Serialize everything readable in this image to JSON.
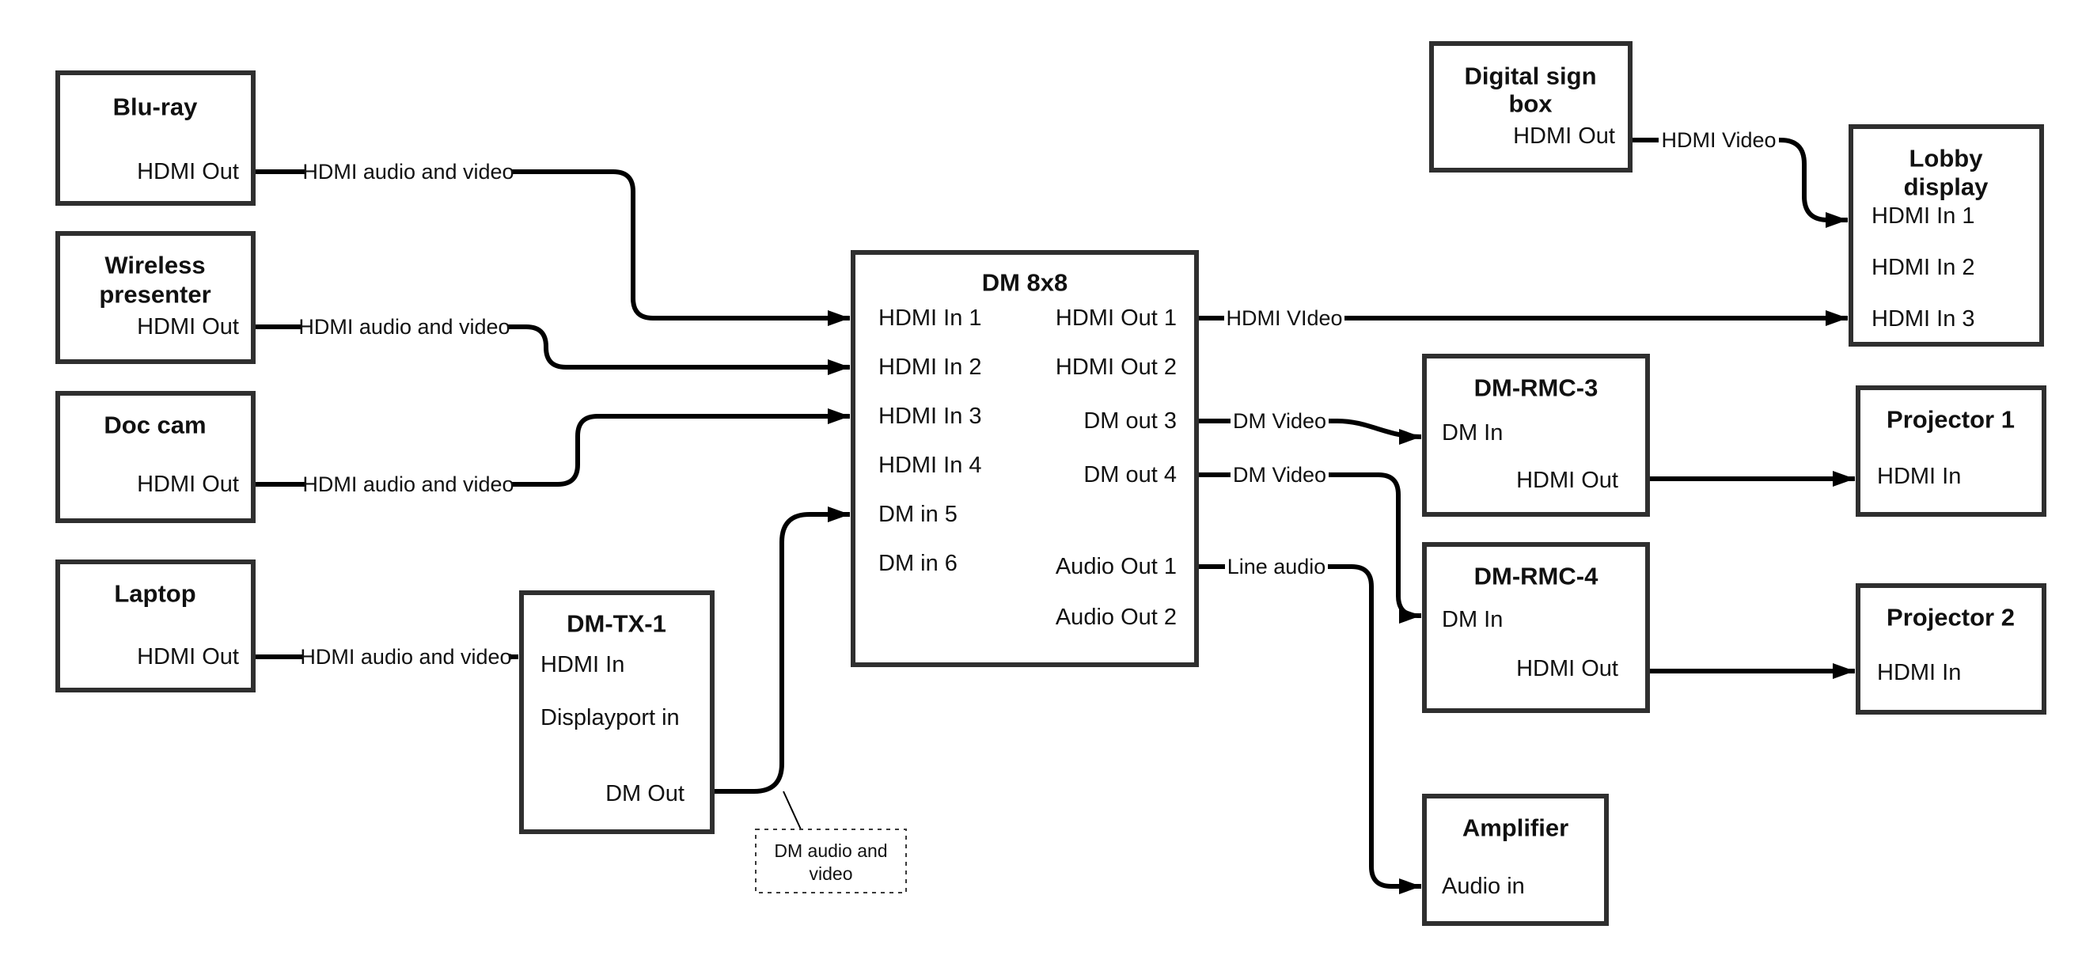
{
  "nodes": {
    "bluray": {
      "title": "Blu-ray",
      "ports": {
        "out": "HDMI Out"
      }
    },
    "wireless_presenter": {
      "title_lines": [
        "Wireless",
        "presenter"
      ],
      "ports": {
        "out": "HDMI Out"
      }
    },
    "doc_cam": {
      "title": "Doc cam",
      "ports": {
        "out": "HDMI Out"
      }
    },
    "laptop": {
      "title": "Laptop",
      "ports": {
        "out": "HDMI Out"
      }
    },
    "dm_tx_1": {
      "title": "DM-TX-1",
      "ports": {
        "hdmi_in": "HDMI In",
        "displayport_in": "Displayport in",
        "dm_out": "DM Out"
      }
    },
    "dm_8x8": {
      "title": "DM 8x8",
      "ports": {
        "hdmi_in_1": "HDMI In 1",
        "hdmi_in_2": "HDMI In 2",
        "hdmi_in_3": "HDMI In 3",
        "hdmi_in_4": "HDMI In 4",
        "dm_in_5": "DM in 5",
        "dm_in_6": "DM in 6",
        "hdmi_out_1": "HDMI Out 1",
        "hdmi_out_2": "HDMI Out 2",
        "dm_out_3": "DM out 3",
        "dm_out_4": "DM out 4",
        "audio_out_1": "Audio Out 1",
        "audio_out_2": "Audio Out 2"
      }
    },
    "digital_sign_box": {
      "title_lines": [
        "Digital sign",
        "box"
      ],
      "ports": {
        "out": "HDMI Out"
      }
    },
    "lobby_display": {
      "title_lines": [
        "Lobby",
        "display"
      ],
      "ports": {
        "in1": "HDMI In 1",
        "in2": "HDMI In 2",
        "in3": "HDMI In 3"
      }
    },
    "dm_rmc_3": {
      "title": "DM-RMC-3",
      "ports": {
        "dm_in": "DM In",
        "hdmi_out": "HDMI Out"
      }
    },
    "projector_1": {
      "title": "Projector 1",
      "ports": {
        "in": "HDMI In"
      }
    },
    "dm_rmc_4": {
      "title": "DM-RMC-4",
      "ports": {
        "dm_in": "DM In",
        "hdmi_out": "HDMI Out"
      }
    },
    "projector_2": {
      "title": "Projector 2",
      "ports": {
        "in": "HDMI In"
      }
    },
    "amplifier": {
      "title": "Amplifier",
      "ports": {
        "in": "Audio in"
      }
    }
  },
  "connections": {
    "bluray_to_dm8x8": {
      "label": "HDMI audio and video"
    },
    "wireless_to_dm8x8": {
      "label": "HDMI audio and video"
    },
    "doccam_to_dm8x8": {
      "label": "HDMI audio and video"
    },
    "laptop_to_dmtx1": {
      "label": "HDMI audio and video"
    },
    "dm8x8_out1_to_lobby": {
      "label": "HDMI VIdeo"
    },
    "digisign_to_lobby": {
      "label": "HDMI Video"
    },
    "dm8x8_out3_to_rmc3": {
      "label": "DM Video"
    },
    "dm8x8_out4_to_rmc4": {
      "label": "DM Video"
    },
    "dm8x8_audio1_to_amp": {
      "label": "Line audio"
    }
  },
  "callout": {
    "lines": [
      "DM audio and",
      "video"
    ]
  },
  "colors": {
    "background": "#ffffff",
    "box_border": "#2f2f2f",
    "line": "#000000",
    "text": "#111111"
  }
}
